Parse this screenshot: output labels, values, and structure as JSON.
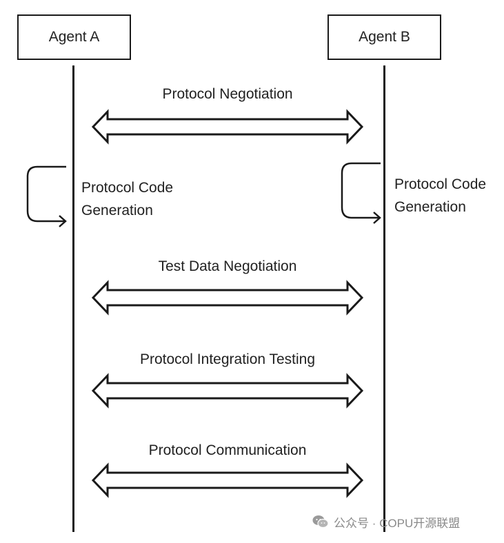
{
  "actors": {
    "a": "Agent A",
    "b": "Agent B"
  },
  "messages": [
    {
      "label": "Protocol Negotiation"
    },
    {
      "label": "Test Data Negotiation"
    },
    {
      "label": "Protocol Integration Testing"
    },
    {
      "label": "Protocol Communication"
    }
  ],
  "self_messages": {
    "a": {
      "line1": "Protocol Code",
      "line2": "Generation"
    },
    "b": {
      "line1": "Protocol Code",
      "line2": "Generation"
    }
  },
  "watermark": {
    "text": "公众号 · COPU开源联盟",
    "logo_icon": "wechat-logo-icon"
  },
  "colors": {
    "line": "#1a1a1a",
    "text": "#222222",
    "watermark": "#8a8a8a"
  }
}
